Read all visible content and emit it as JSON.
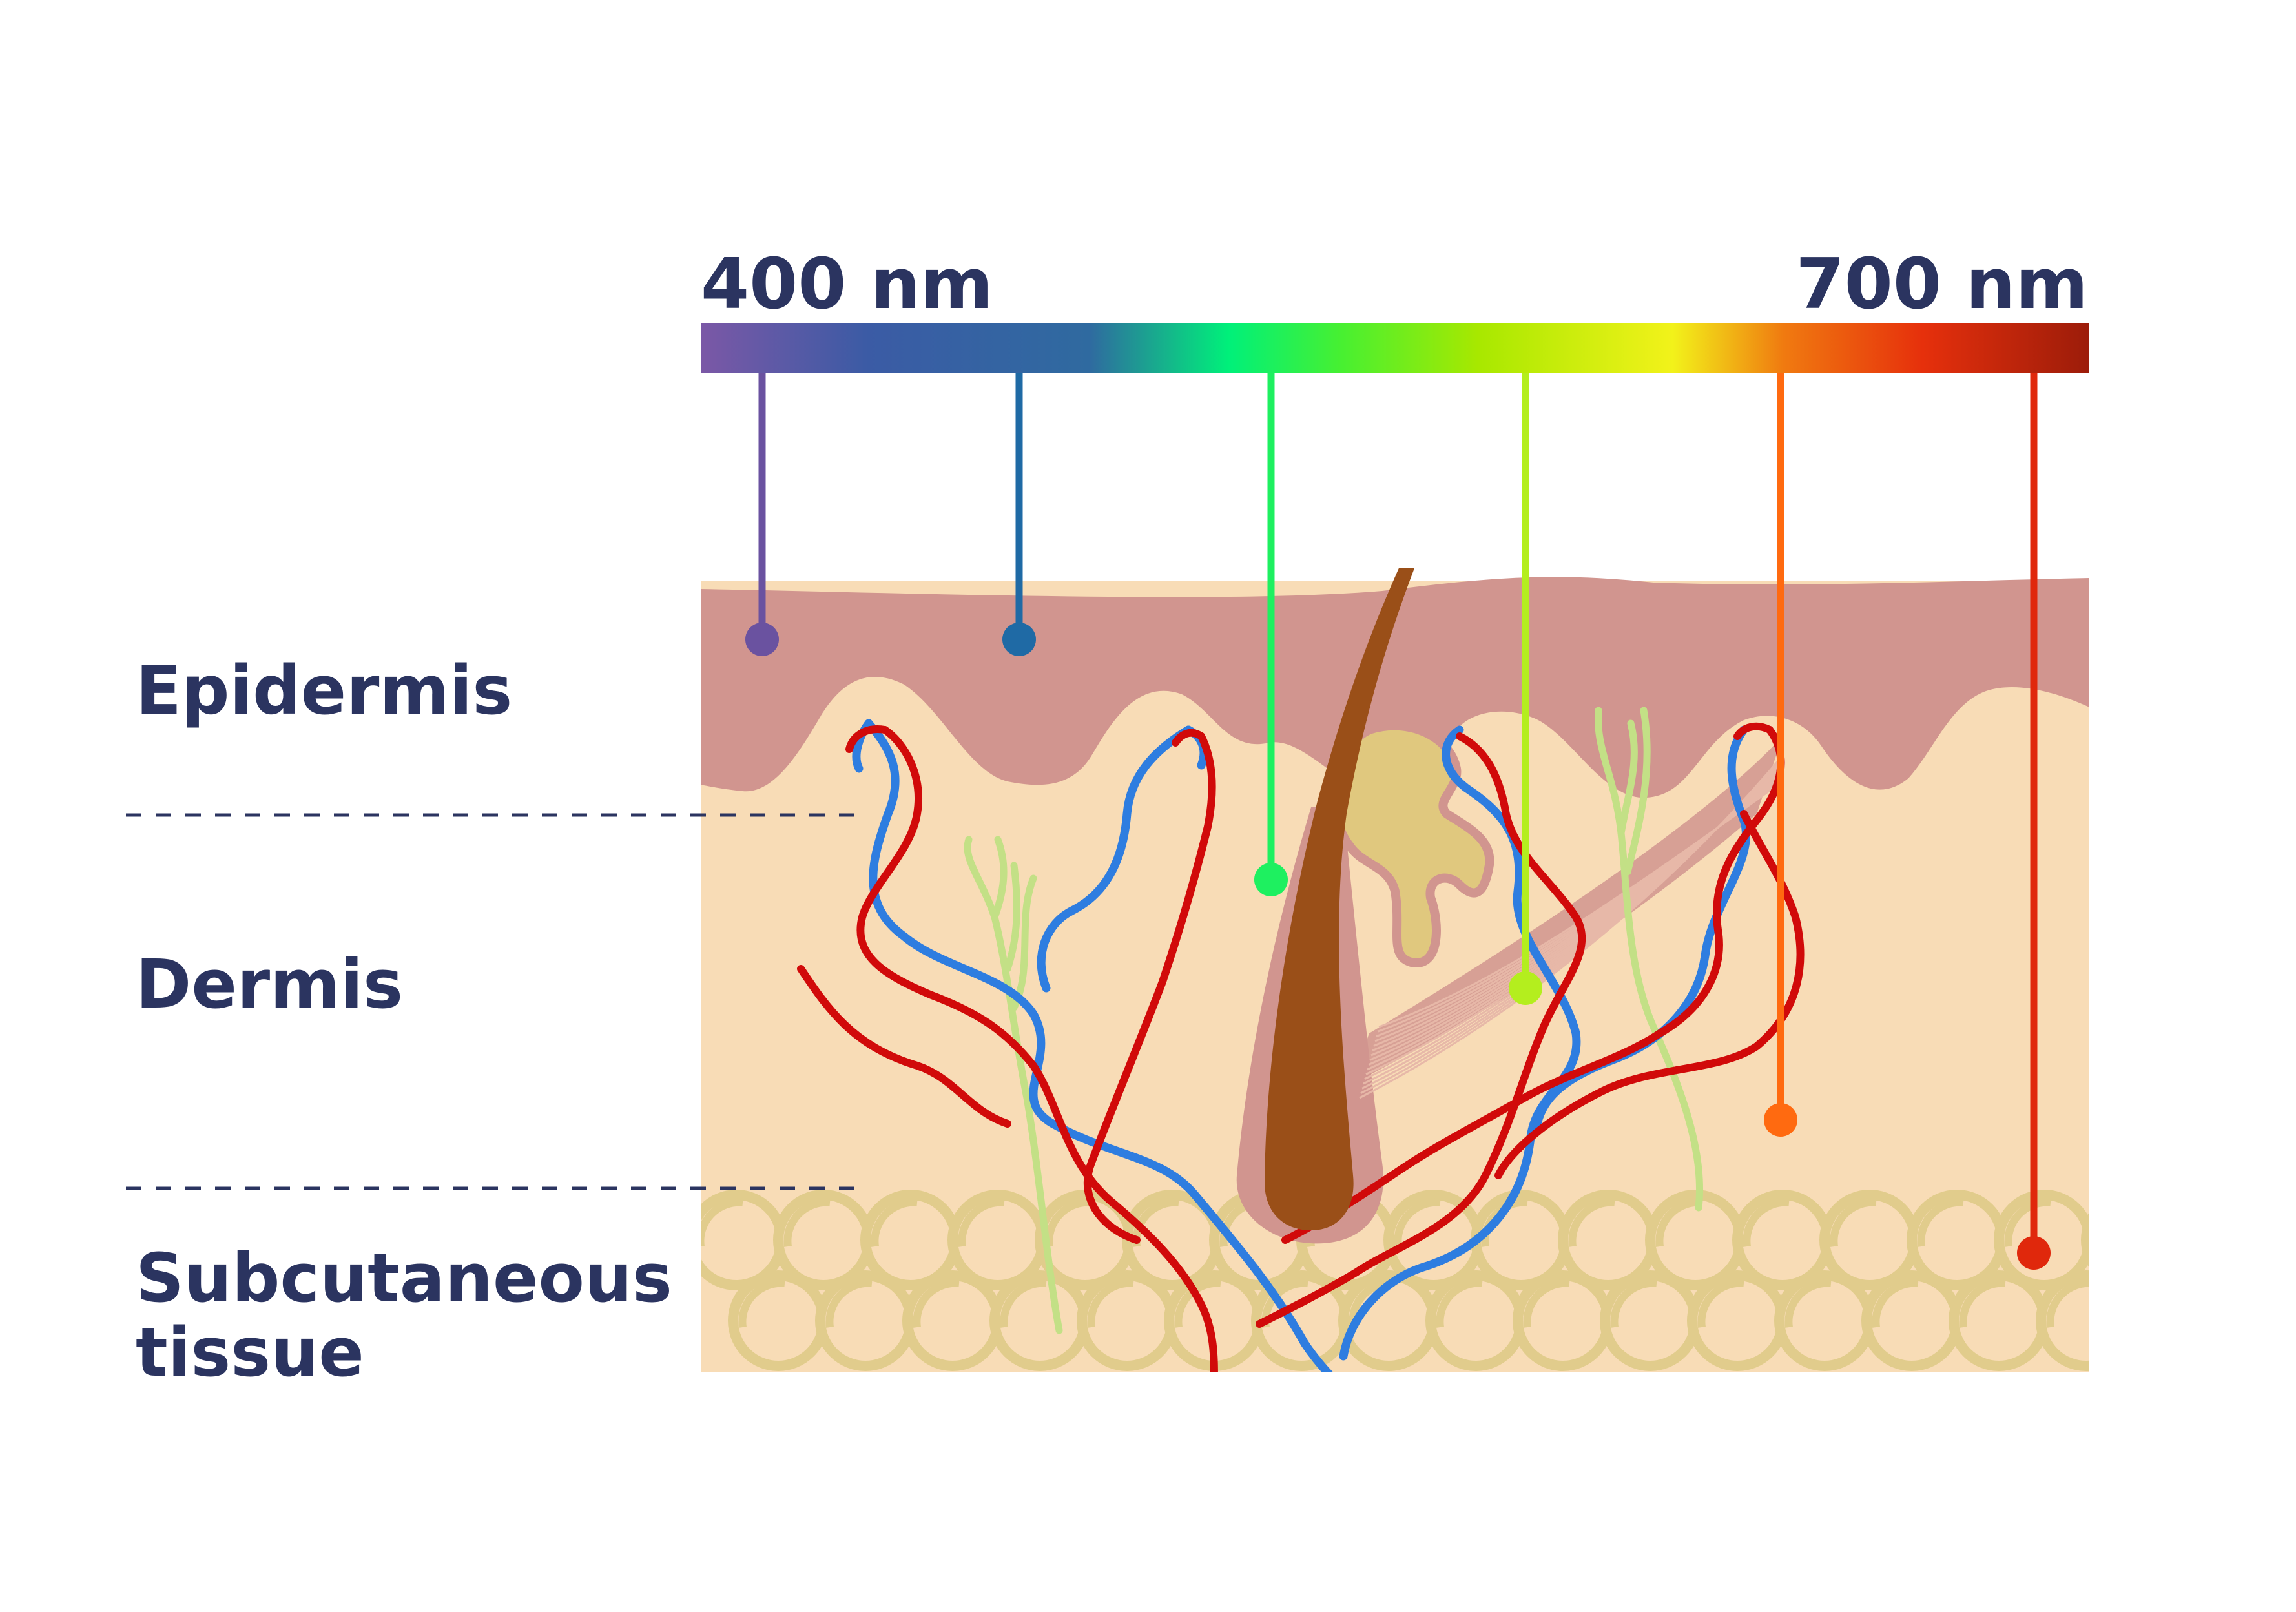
{
  "scale": {
    "min_label": "400 nm",
    "max_label": "700 nm",
    "gradient_colors": [
      "#7b58a6",
      "#3b5ba5",
      "#2f6aa0",
      "#00f07a",
      "#46f032",
      "#a8e800",
      "#f2f21a",
      "#f07a10",
      "#e6300c",
      "#9c1c0a"
    ]
  },
  "layers": [
    {
      "id": "epidermis",
      "label": "Epidermis"
    },
    {
      "id": "dermis",
      "label": "Dermis"
    },
    {
      "id": "subcutaneous",
      "label": "Subcutaneous tissue",
      "lines": [
        "Subcutaneous",
        "tissue"
      ]
    }
  ],
  "wavelength_probes": [
    {
      "color": "#6a52a0",
      "reaches": "epidermis"
    },
    {
      "color": "#1f6aa5",
      "reaches": "epidermis"
    },
    {
      "color": "#1ef060",
      "reaches": "dermis"
    },
    {
      "color": "#b4ee1e",
      "reaches": "dermis"
    },
    {
      "color": "#ff6a10",
      "reaches": "dermis"
    },
    {
      "color": "#e0280c",
      "reaches": "subcutaneous"
    }
  ],
  "colors": {
    "text": "#2b3460",
    "epidermis": "#d1958f",
    "dermis": "#f8dcb6",
    "fat_outline": "#e1cc8c",
    "artery": "#d10a0a",
    "vein": "#2e7de0",
    "nerve": "#c3e086",
    "hair": "#9a4f18",
    "gland": "#e0c87e"
  }
}
